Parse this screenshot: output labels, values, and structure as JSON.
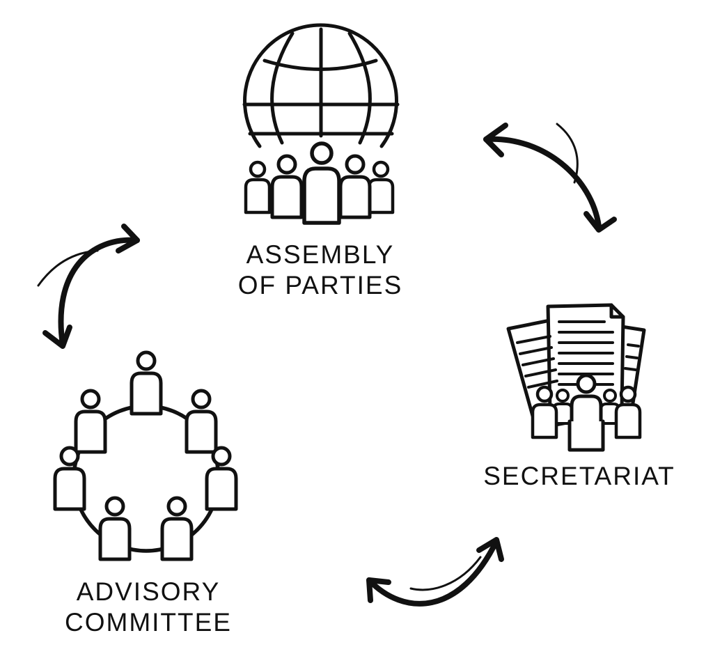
{
  "colors": {
    "stroke": "#111111",
    "background": "#ffffff",
    "fill": "#ffffff"
  },
  "nodes": [
    {
      "id": "assembly",
      "label_lines": [
        "ASSEMBLY",
        "OF PARTIES"
      ],
      "icon": "globe-with-people-icon"
    },
    {
      "id": "secretariat",
      "label_lines": [
        "SECRETARIAT"
      ],
      "icon": "documents-with-people-icon"
    },
    {
      "id": "advisory",
      "label_lines": [
        "ADVISORY",
        "COMMITTEE"
      ],
      "icon": "round-table-meeting-icon"
    }
  ],
  "connections": [
    {
      "between": [
        "assembly",
        "secretariat"
      ],
      "direction": "bidirectional"
    },
    {
      "between": [
        "secretariat",
        "advisory"
      ],
      "direction": "bidirectional"
    },
    {
      "between": [
        "advisory",
        "assembly"
      ],
      "direction": "bidirectional"
    }
  ]
}
